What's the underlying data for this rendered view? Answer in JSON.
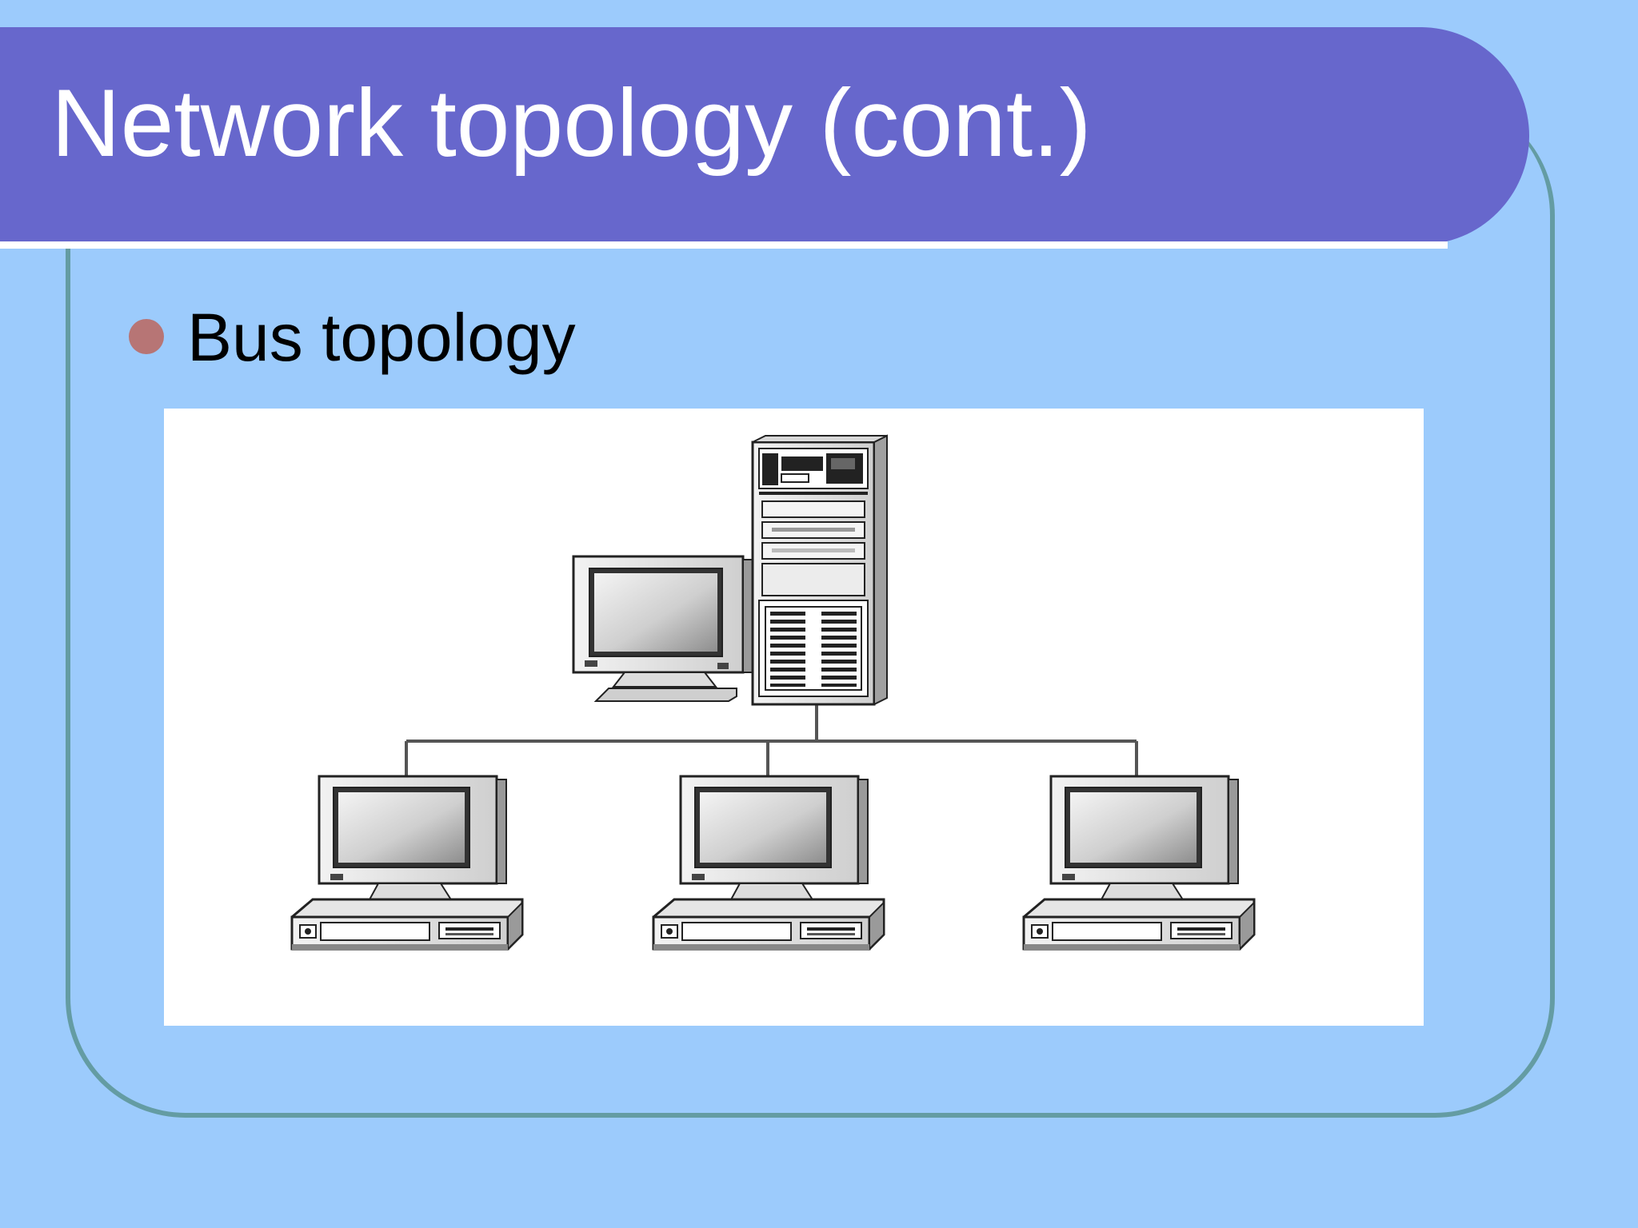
{
  "slide": {
    "title": "Network topology (cont.)",
    "bullets": [
      {
        "text": "Bus topology"
      }
    ]
  },
  "diagram": {
    "topology": "bus",
    "nodes": [
      {
        "role": "server",
        "icon": "server-tower-icon"
      },
      {
        "role": "workstation",
        "icon": "desktop-computer-icon"
      },
      {
        "role": "workstation",
        "icon": "desktop-computer-icon"
      },
      {
        "role": "workstation",
        "icon": "desktop-computer-icon"
      }
    ]
  },
  "colors": {
    "background": "#9ccbfc",
    "title_bar": "#6767cc",
    "title_text": "#ffffff",
    "frame_border": "#649ca3",
    "bullet": "#b77575"
  }
}
